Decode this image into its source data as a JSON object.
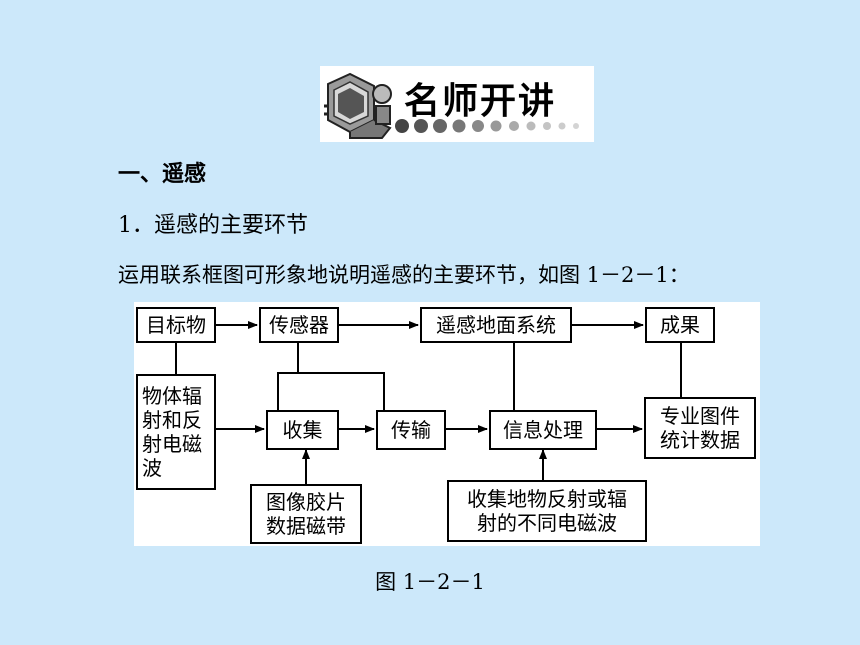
{
  "banner": {
    "title": "名师开讲"
  },
  "heading": "一、遥感",
  "subheading": "1．遥感的主要环节",
  "paragraph": "运用联系框图可形象地说明遥感的主要环节，如图 1－2－1：",
  "diagram": {
    "nodes": {
      "target": "目标物",
      "sensor": "传感器",
      "ground": "遥感地面系统",
      "result": "成果",
      "radiation": "物体辐\n射和反\n射电磁\n波",
      "collect": "收集",
      "transmit": "传输",
      "process": "信息处理",
      "products": "专业图件\n统计数据",
      "film": "图像胶片\n数据磁带",
      "spectra": "收集地物反射或辐\n射的不同电磁波"
    }
  },
  "caption": "图 1－2－1"
}
